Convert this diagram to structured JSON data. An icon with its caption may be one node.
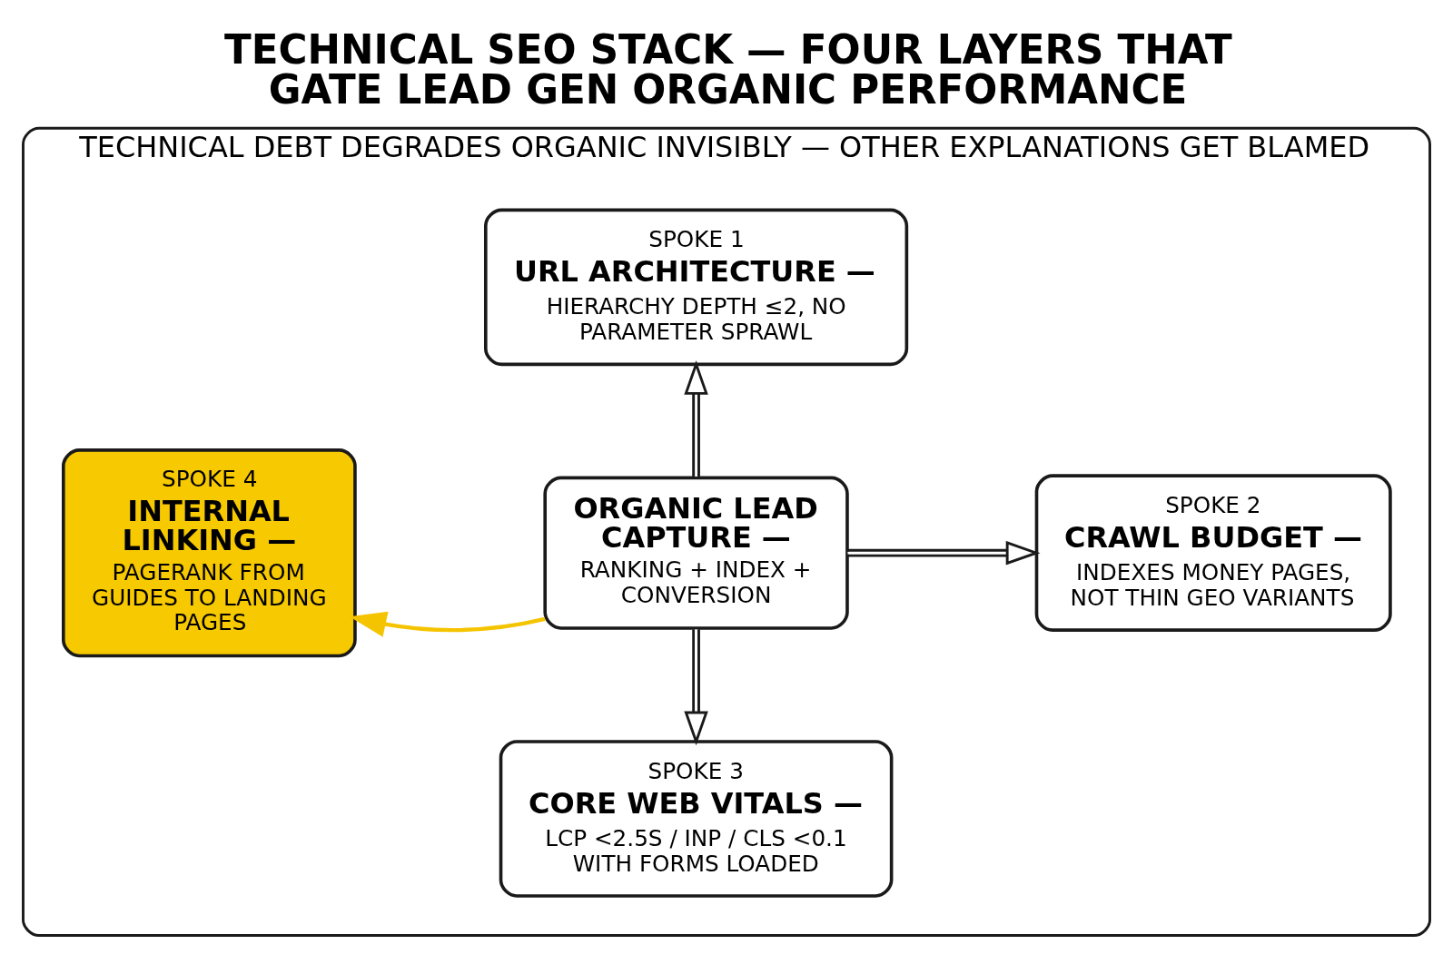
{
  "diagram": {
    "title": "TECHNICAL SEO STACK — FOUR LAYERS THAT GATE LEAD GEN ORGANIC PERFORMANCE",
    "nodes": [
      {
        "text": [
          "TECHNICAL DEBT DEGRADES ORGANIC INVISIBLY — OTHER EXPLANATIONS GET BLAMED"
        ]
      },
      {
        "text": [
          "SPOKE 1",
          "URL ARCHITECTURE —",
          "HIERARCHY DEPTH ≤2, NO PARAMETER SPRAWL"
        ],
        "in": 0
      },
      {
        "text": [
          "SPOKE 4",
          "INTERNAL LINKING —",
          "PAGERANK FROM GUIDES TO LANDING PAGES"
        ],
        "in": 0
      },
      {
        "text": [
          "ORGANIC LEAD CAPTURE —",
          "RANKING + INDEX + CONVERSION"
        ],
        "in": 0
      },
      {
        "text": [
          "SPOKE 2",
          "CRAWL BUDGET —",
          "INDEXES MONEY PAGES, NOT THIN GEO VARIANTS"
        ],
        "in": 0
      },
      {
        "text": [
          "SPOKE 3",
          "CORE WEB VITALS —",
          "LCP <2.5S / INP / CLS <0.1 WITH FORMS LOADED"
        ],
        "in": 0
      }
    ],
    "edges": [
      {
        "from": 3,
        "to": 1,
        "arrow": "to"
      },
      {
        "from": 3,
        "to": 4,
        "arrow": "to"
      },
      {
        "from": 3,
        "to": 5,
        "arrow": "to"
      },
      {
        "from": 3,
        "to": 2,
        "arrow": "to",
        "color": "#f5c400"
      }
    ]
  }
}
